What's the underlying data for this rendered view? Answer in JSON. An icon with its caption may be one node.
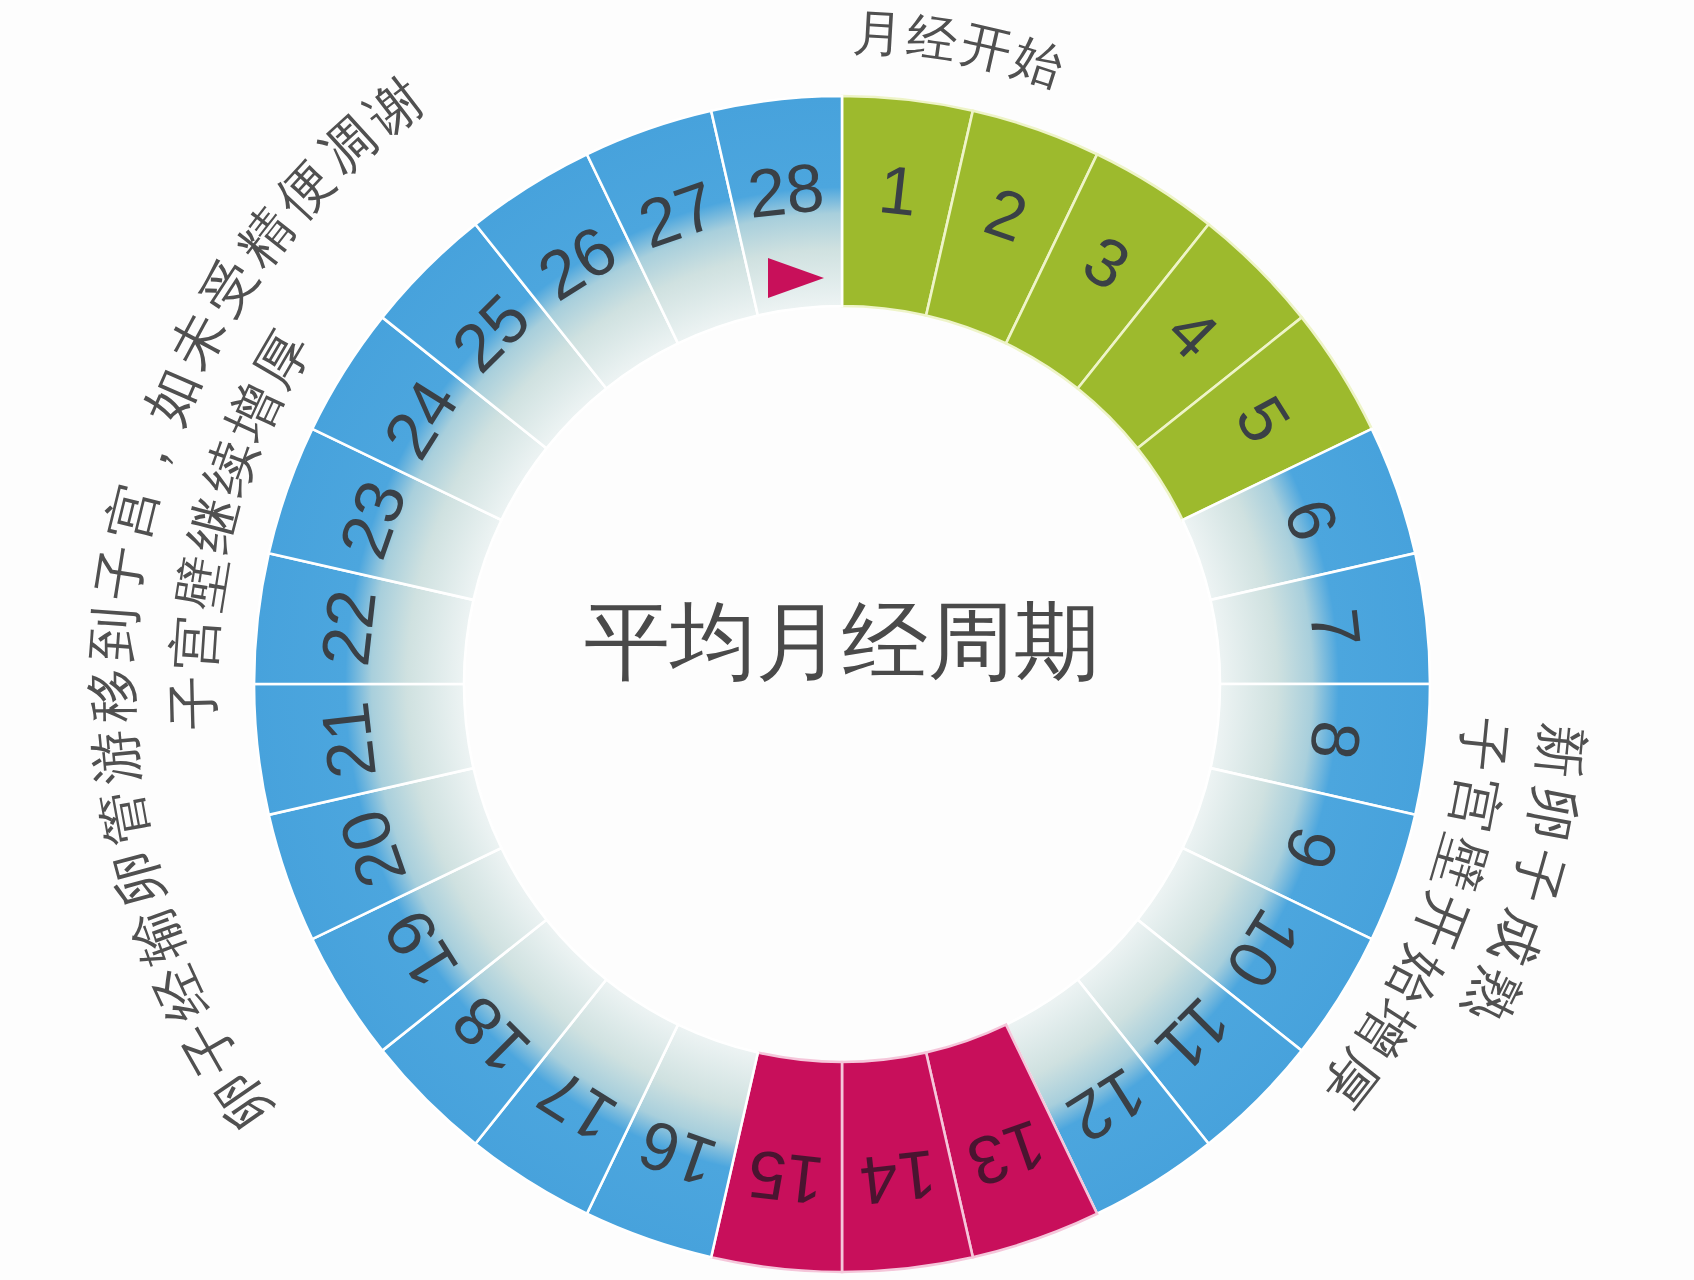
{
  "diagram": {
    "title": "平均月经周期",
    "nodes": [
      {
        "text": [
          "1"
        ]
      },
      {
        "text": [
          "2"
        ]
      },
      {
        "text": [
          "3"
        ]
      },
      {
        "text": [
          "4"
        ]
      },
      {
        "text": [
          "5"
        ]
      },
      {
        "text": [
          "6"
        ]
      },
      {
        "text": [
          "7"
        ]
      },
      {
        "text": [
          "8"
        ]
      },
      {
        "text": [
          "9"
        ]
      },
      {
        "text": [
          "10"
        ]
      },
      {
        "text": [
          "11"
        ]
      },
      {
        "text": [
          "12"
        ]
      },
      {
        "text": [
          "13"
        ]
      },
      {
        "text": [
          "14"
        ]
      },
      {
        "text": [
          "15"
        ]
      },
      {
        "text": [
          "16"
        ]
      },
      {
        "text": [
          "17"
        ]
      },
      {
        "text": [
          "18"
        ]
      },
      {
        "text": [
          "19"
        ]
      },
      {
        "text": [
          "20"
        ]
      },
      {
        "text": [
          "21"
        ]
      },
      {
        "text": [
          "22"
        ]
      },
      {
        "text": [
          "23"
        ]
      },
      {
        "text": [
          "24"
        ]
      },
      {
        "text": [
          "25"
        ]
      },
      {
        "text": [
          "26"
        ]
      },
      {
        "text": [
          "27"
        ]
      },
      {
        "text": [
          "28"
        ]
      }
    ],
    "labels": [
      "月经开始",
      "新卵子成熟",
      "子宫壁开始增厚",
      "卵子经输卵管游移到子宫，如未受精便凋谢",
      "子宫壁继续增厚"
    ]
  }
}
